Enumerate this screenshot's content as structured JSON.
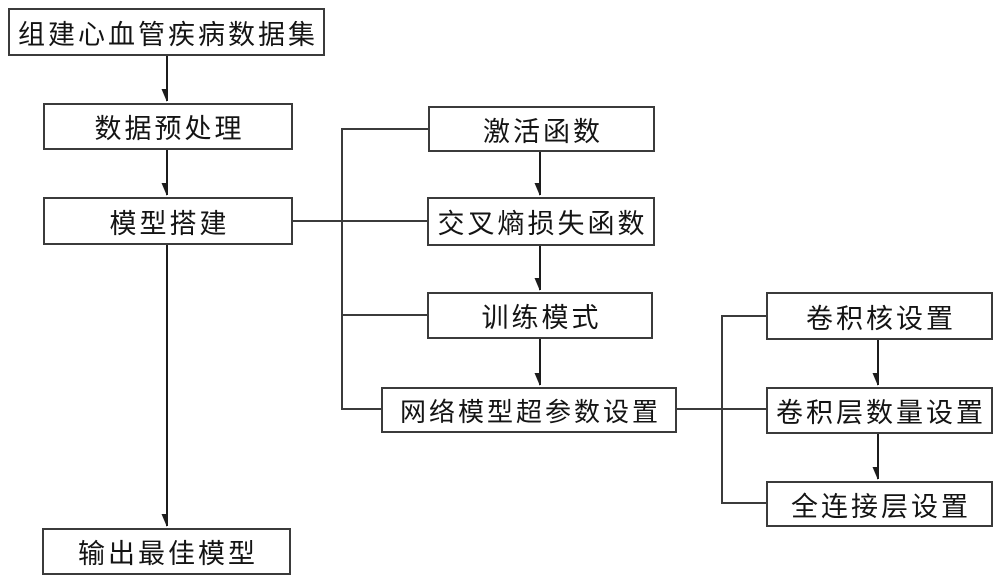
{
  "diagram": {
    "type": "flowchart",
    "background_color": "#ffffff",
    "line_color": "#3b3b3b",
    "box_border_color": "#3b3b3b",
    "text_color": "#141414",
    "nodes": [
      {
        "id": "dataset",
        "label": "组建心血管疾病数据集"
      },
      {
        "id": "preprocess",
        "label": "数据预处理"
      },
      {
        "id": "model-build",
        "label": "模型搭建"
      },
      {
        "id": "activation",
        "label": "激活函数"
      },
      {
        "id": "cross-entropy",
        "label": "交叉熵损失函数"
      },
      {
        "id": "training-mode",
        "label": "训练模式"
      },
      {
        "id": "hyperparams",
        "label": "网络模型超参数设置"
      },
      {
        "id": "conv-kernel",
        "label": "卷积核设置"
      },
      {
        "id": "conv-layers",
        "label": "卷积层数量设置"
      },
      {
        "id": "fc-layer",
        "label": "全连接层设置"
      },
      {
        "id": "output-model",
        "label": "输出最佳模型"
      }
    ],
    "edges": [
      {
        "from": "dataset",
        "to": "preprocess",
        "style": "arrow"
      },
      {
        "from": "preprocess",
        "to": "model-build",
        "style": "arrow"
      },
      {
        "from": "model-build",
        "to": "output-model",
        "style": "arrow"
      },
      {
        "from": "model-build",
        "to": "activation",
        "style": "line"
      },
      {
        "from": "model-build",
        "to": "cross-entropy",
        "style": "line"
      },
      {
        "from": "model-build",
        "to": "training-mode",
        "style": "line"
      },
      {
        "from": "model-build",
        "to": "hyperparams",
        "style": "line"
      },
      {
        "from": "activation",
        "to": "cross-entropy",
        "style": "arrow"
      },
      {
        "from": "cross-entropy",
        "to": "training-mode",
        "style": "arrow"
      },
      {
        "from": "training-mode",
        "to": "hyperparams",
        "style": "arrow"
      },
      {
        "from": "hyperparams",
        "to": "conv-kernel",
        "style": "line"
      },
      {
        "from": "hyperparams",
        "to": "conv-layers",
        "style": "line"
      },
      {
        "from": "hyperparams",
        "to": "fc-layer",
        "style": "line"
      },
      {
        "from": "conv-kernel",
        "to": "conv-layers",
        "style": "arrow"
      },
      {
        "from": "conv-layers",
        "to": "fc-layer",
        "style": "arrow"
      }
    ]
  }
}
